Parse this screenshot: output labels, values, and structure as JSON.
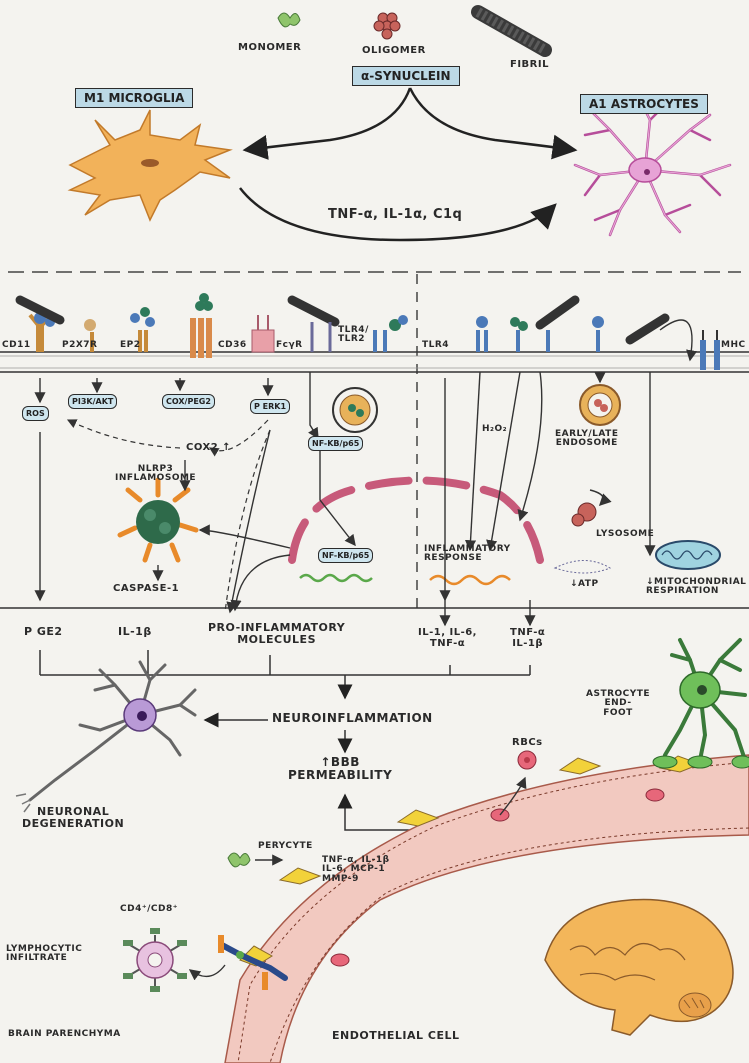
{
  "top": {
    "monomer": "MONOMER",
    "oligomer": "OLIGOMER",
    "fibril": "FIBRIL",
    "synuclein": "α-SYNUCLEIN",
    "m1_microglia": "M1 MICROGLIA",
    "a1_astrocytes": "A1 ASTROCYTES",
    "cytokines": "TNF-α, IL-1α, C1q"
  },
  "receptors": {
    "cd11": "CD11",
    "p2x7r": "P2X7R",
    "ep2": "EP2",
    "cd36": "CD36",
    "fcyr": "FcγR",
    "tlr4_tlr2": "TLR4/\nTLR2",
    "tlr4": "TLR4",
    "mhc": "MHC"
  },
  "pathways": {
    "ros": "ROS",
    "pi3k_akt": "PI3K/AKT",
    "cox_peg2": "COX/PEG2",
    "p_erk": "P ERK1",
    "cox2": "COX2 ↑",
    "nf_kb_p65": "NF-KB/p65",
    "nf_kb_p65_nuc": "NF-KB/p65",
    "nlrp3": "NLRP3\nINFLAMOSOME",
    "caspase": "CASPASE-1",
    "h2o2": "H₂O₂",
    "endosome": "EARLY/LATE\nENDOSOME",
    "lysosome": "LYSOSOME",
    "inflammatory_response": "INFLAMMATORY\nRESPONSE",
    "atp": "↓ATP",
    "mito": "↓MITOCHONDRIAL\nRESPIRATION"
  },
  "outputs": {
    "pge2": "P GE2",
    "il1b": "IL-1β",
    "pro_inflammatory": "PRO-INFLAMMATORY\nMOLECULES",
    "il_group": "IL-1, IL-6,\nTNF-α",
    "tnf_il1b": "TNF-α\nIL-1β"
  },
  "bottom": {
    "neuroinflammation": "NEUROINFLAMMATION",
    "bbb": "↑BBB\nPERMEABILITY",
    "neuronal_degeneration": "NEURONAL\nDEGENERATION",
    "astrocyte_endfoot": "ASTROCYTE\nEND-\nFOOT",
    "rbcs": "RBCs",
    "perycyte": "PERYCYTE",
    "vessel_cytokines": "TNF-α, IL-1β\nIL-6, MCP-1\nMMP-9",
    "cd4_cd8": "CD4⁺/CD8⁺",
    "lymphocytic": "LYMPHOCYTIC\nINFILTRATE",
    "brain_parenchyma": "BRAIN PARENCHYMA",
    "endothelial": "ENDOTHELIAL CELL"
  },
  "colors": {
    "background": "#f4f3ef",
    "label_box": "#bcd9e6",
    "microglia": "#f2b25a",
    "astrocyte": "#e7a3d6",
    "vessel": "#f2c9c0",
    "pericyte": "#f2d23a",
    "endfoot_astrocyte": "#6fbf5a",
    "neuron": "#b99ad6",
    "brain": "#f3b65a"
  }
}
